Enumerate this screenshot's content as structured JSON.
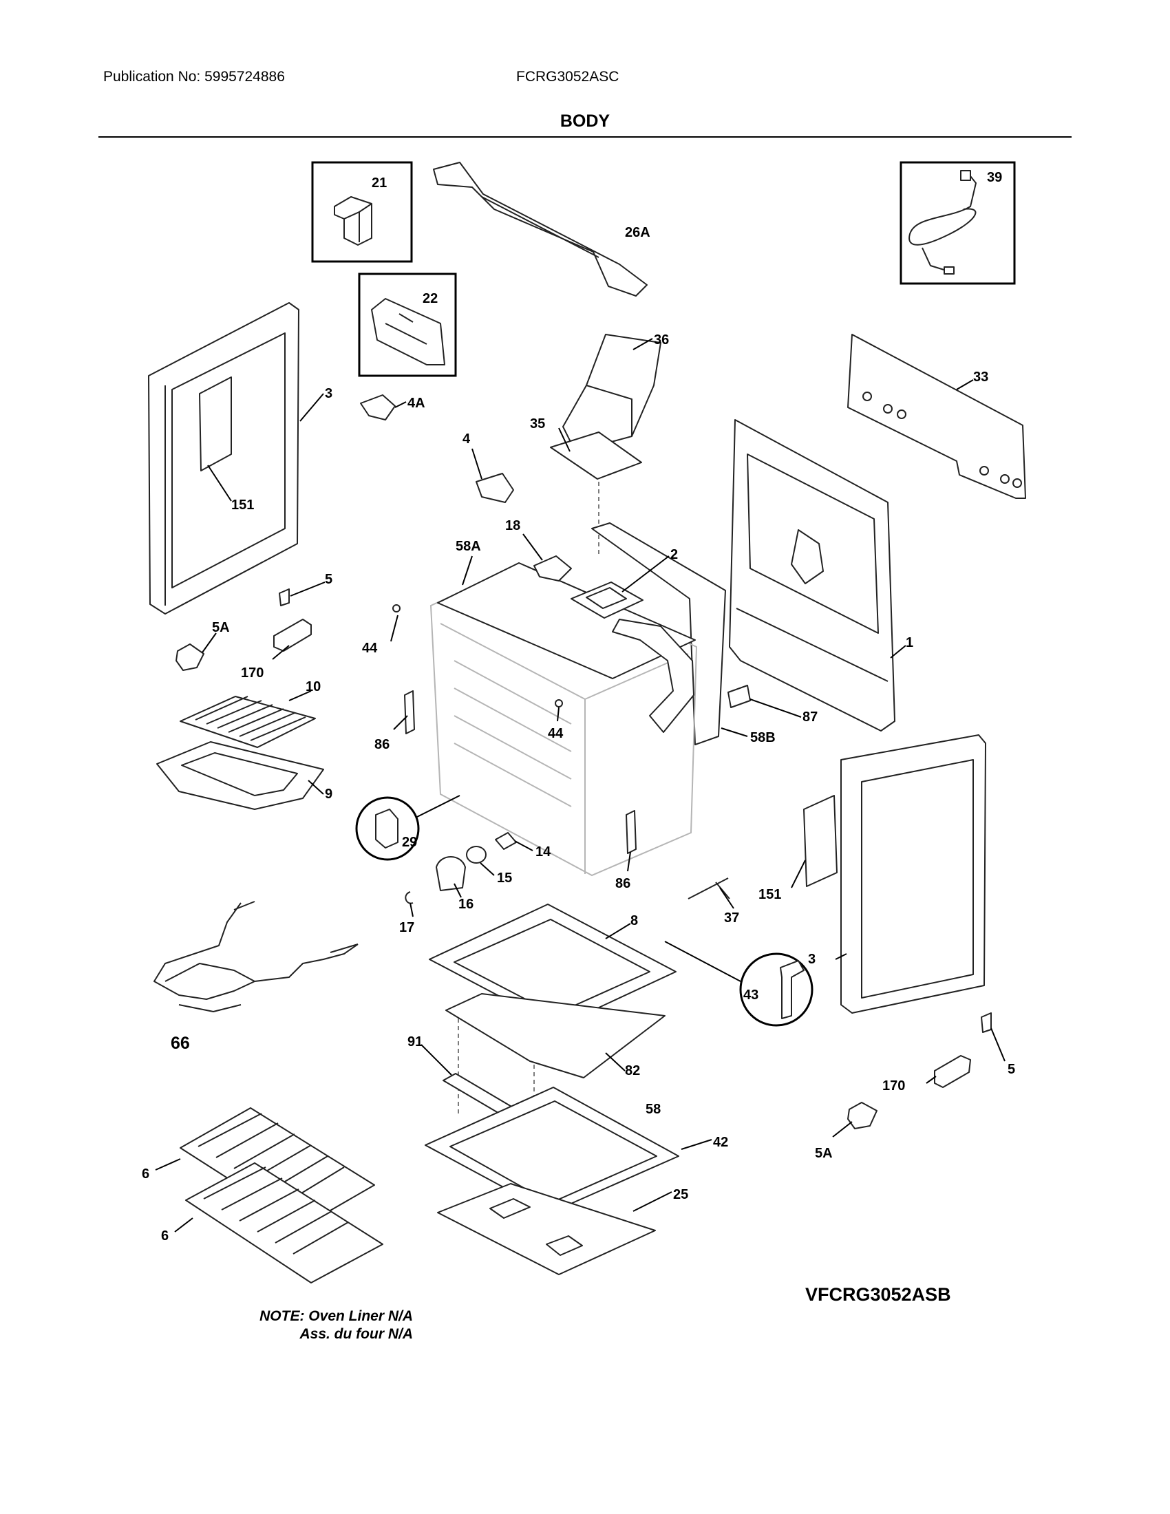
{
  "header": {
    "publication": "Publication No: 5995724886",
    "model": "FCRG3052ASC",
    "section_title": "BODY"
  },
  "diagram": {
    "part_labels": [
      "21",
      "26A",
      "39",
      "22",
      "36",
      "33",
      "3",
      "4A",
      "35",
      "4",
      "151",
      "18",
      "58A",
      "2",
      "5",
      "1",
      "5A",
      "44",
      "170",
      "10",
      "87",
      "86",
      "44",
      "58B",
      "9",
      "29",
      "14",
      "15",
      "86",
      "151",
      "16",
      "37",
      "17",
      "8",
      "3",
      "43",
      "66",
      "91",
      "82",
      "5",
      "170",
      "58",
      "42",
      "5A",
      "6",
      "25",
      "6"
    ]
  },
  "note": {
    "line1": "NOTE: Oven Liner N/A",
    "line2": "Ass. du four N/A"
  },
  "variant": "VFCRG3052ASB"
}
